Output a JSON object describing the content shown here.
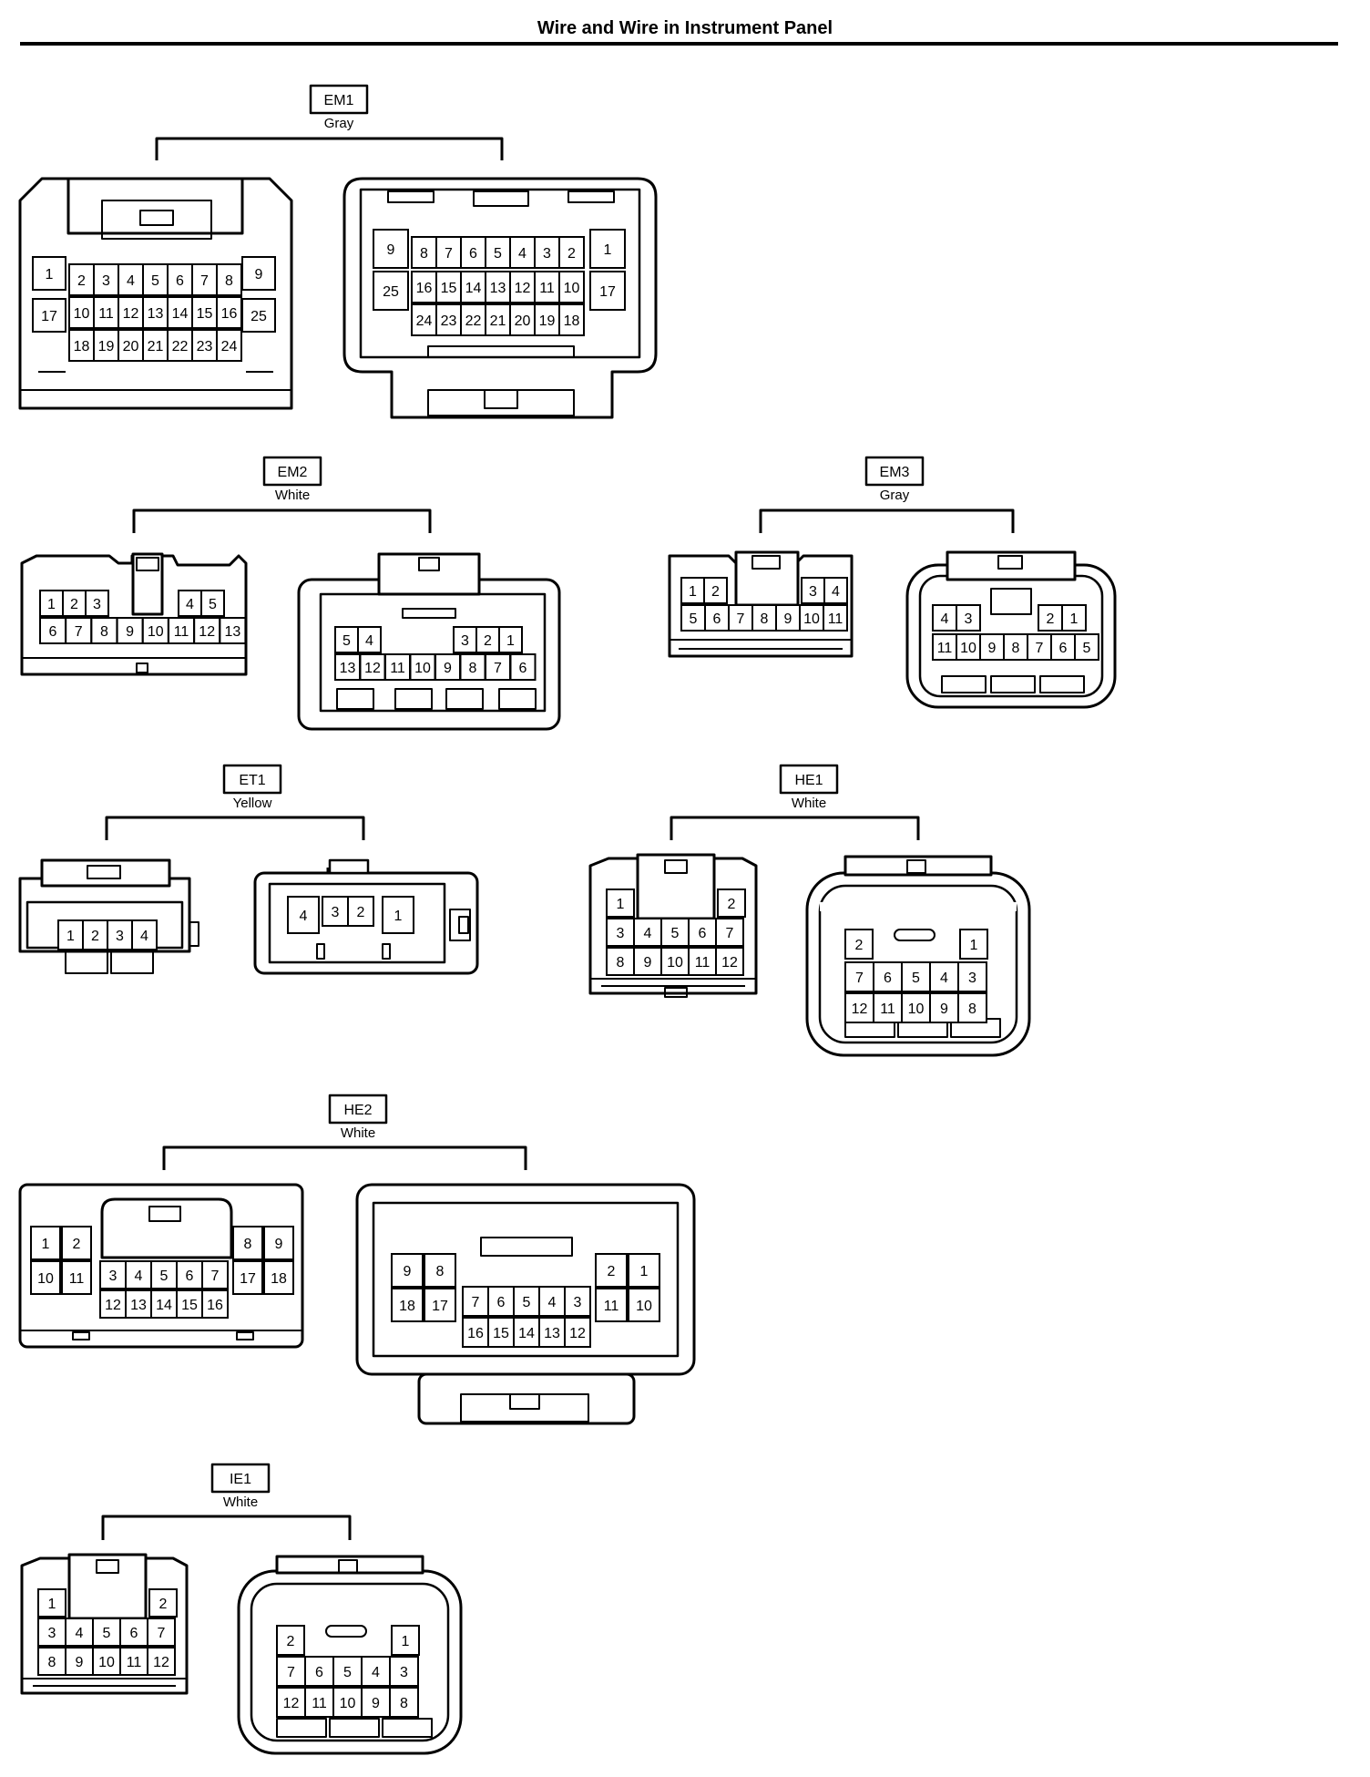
{
  "page": {
    "title": "Wire and Wire in Instrument Panel"
  },
  "connectors": [
    {
      "id": "EM1",
      "color": "Gray",
      "male": {
        "rows": [
          [
            "1",
            "2",
            "3",
            "4",
            "5",
            "6",
            "7",
            "8",
            "9"
          ],
          [
            "17",
            "10",
            "11",
            "12",
            "13",
            "14",
            "15",
            "16",
            "25"
          ],
          [
            "18",
            "19",
            "20",
            "21",
            "22",
            "23",
            "24"
          ]
        ]
      },
      "female": {
        "rows": [
          [
            "9",
            "8",
            "7",
            "6",
            "5",
            "4",
            "3",
            "2",
            "1"
          ],
          [
            "25",
            "16",
            "15",
            "14",
            "13",
            "12",
            "11",
            "10",
            "17"
          ],
          [
            "24",
            "23",
            "22",
            "21",
            "20",
            "19",
            "18"
          ]
        ]
      }
    },
    {
      "id": "EM2",
      "color": "White",
      "male": {
        "rows": [
          [
            "1",
            "2",
            "3",
            "4",
            "5"
          ],
          [
            "6",
            "7",
            "8",
            "9",
            "10",
            "11",
            "12",
            "13"
          ]
        ]
      },
      "female": {
        "rows": [
          [
            "5",
            "4",
            "3",
            "2",
            "1"
          ],
          [
            "13",
            "12",
            "11",
            "10",
            "9",
            "8",
            "7",
            "6"
          ]
        ]
      }
    },
    {
      "id": "EM3",
      "color": "Gray",
      "male": {
        "rows": [
          [
            "1",
            "2",
            "3",
            "4"
          ],
          [
            "5",
            "6",
            "7",
            "8",
            "9",
            "10",
            "11"
          ]
        ]
      },
      "female": {
        "rows": [
          [
            "4",
            "3",
            "2",
            "1"
          ],
          [
            "11",
            "10",
            "9",
            "8",
            "7",
            "6",
            "5"
          ]
        ]
      }
    },
    {
      "id": "ET1",
      "color": "Yellow",
      "male": {
        "rows": [
          [
            "1",
            "2",
            "3",
            "4"
          ]
        ]
      },
      "female": {
        "rows": [
          [
            "4",
            "3",
            "2",
            "1"
          ]
        ]
      }
    },
    {
      "id": "HE1",
      "color": "White",
      "male": {
        "rows": [
          [
            "1",
            "2"
          ],
          [
            "3",
            "4",
            "5",
            "6",
            "7"
          ],
          [
            "8",
            "9",
            "10",
            "11",
            "12"
          ]
        ]
      },
      "female": {
        "rows": [
          [
            "2",
            "1"
          ],
          [
            "7",
            "6",
            "5",
            "4",
            "3"
          ],
          [
            "12",
            "11",
            "10",
            "9",
            "8"
          ]
        ]
      }
    },
    {
      "id": "HE2",
      "color": "White",
      "male": {
        "rows": [
          [
            "1",
            "2",
            "8",
            "9"
          ],
          [
            "10",
            "11",
            "3",
            "4",
            "5",
            "6",
            "7",
            "17",
            "18"
          ],
          [
            "12",
            "13",
            "14",
            "15",
            "16"
          ]
        ]
      },
      "female": {
        "rows": [
          [
            "9",
            "8",
            "2",
            "1"
          ],
          [
            "18",
            "17",
            "7",
            "6",
            "5",
            "4",
            "3",
            "11",
            "10"
          ],
          [
            "16",
            "15",
            "14",
            "13",
            "12"
          ]
        ]
      }
    },
    {
      "id": "IE1",
      "color": "White",
      "male": {
        "rows": [
          [
            "1",
            "2"
          ],
          [
            "3",
            "4",
            "5",
            "6",
            "7"
          ],
          [
            "8",
            "9",
            "10",
            "11",
            "12"
          ]
        ]
      },
      "female": {
        "rows": [
          [
            "2",
            "1"
          ],
          [
            "7",
            "6",
            "5",
            "4",
            "3"
          ],
          [
            "12",
            "11",
            "10",
            "9",
            "8"
          ]
        ]
      }
    }
  ]
}
